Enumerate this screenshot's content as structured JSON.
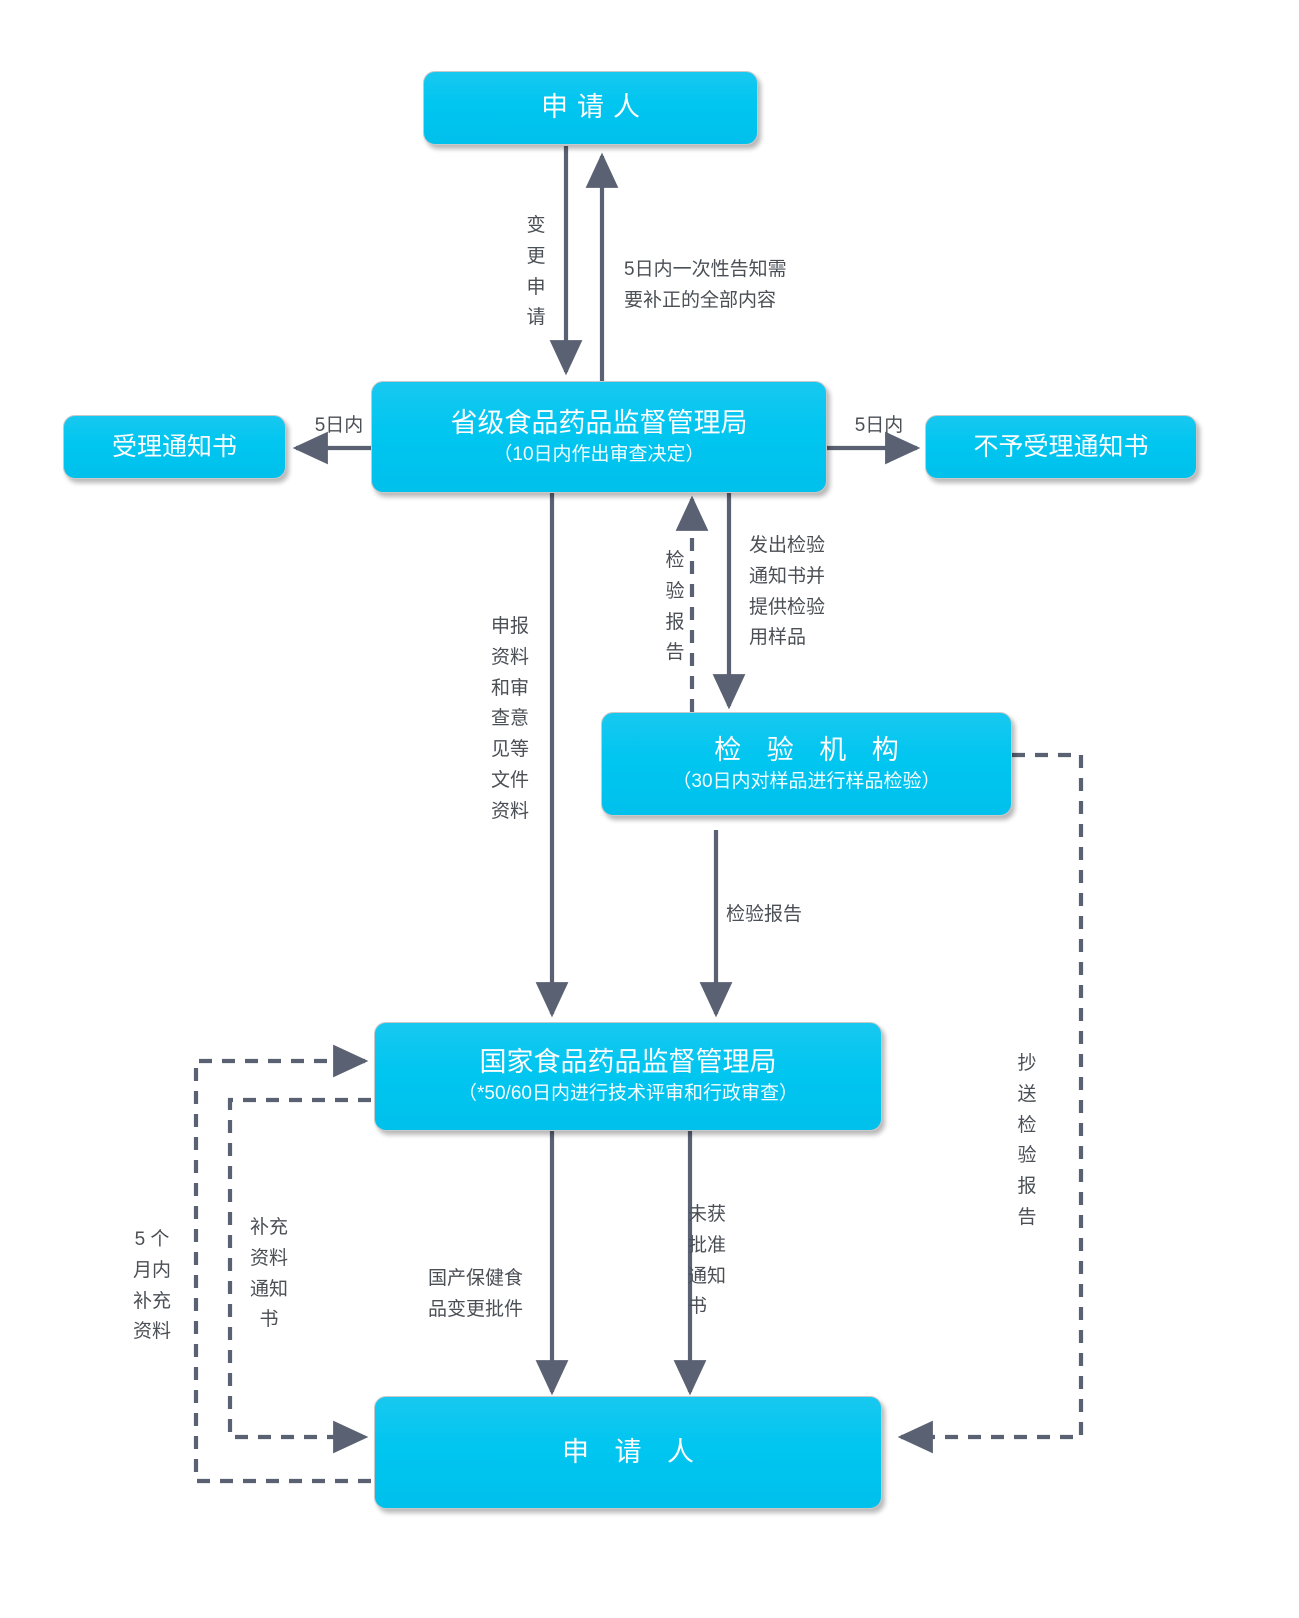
{
  "diagram": {
    "title": "保健食品变更审批流程图",
    "type": "flowchart",
    "palette": {
      "node_fill": "#00c6f0",
      "node_border": "#c9c9c9",
      "node_text": "#ffffff",
      "connector": "#5a6172",
      "label_text": "#4b5056",
      "background": "#ffffff"
    }
  },
  "nodes": [
    {
      "id": "applicant-top",
      "title": "申请人",
      "subtitle": ""
    },
    {
      "id": "provincial-bureau",
      "title": "省级食品药品监督管理局",
      "subtitle": "（10日内作出审查决定）"
    },
    {
      "id": "acceptance-notice",
      "title": "受理通知书",
      "subtitle": ""
    },
    {
      "id": "rejection-notice",
      "title": "不予受理通知书",
      "subtitle": ""
    },
    {
      "id": "testing-agency",
      "title": "检 验 机 构",
      "subtitle": "（30日内对样品进行样品检验）"
    },
    {
      "id": "national-bureau",
      "title": "国家食品药品监督管理局",
      "subtitle": "（*50/60日内进行技术评审和行政审查）"
    },
    {
      "id": "applicant-bottom",
      "title": "申 请 人",
      "subtitle": ""
    }
  ],
  "edge_labels": {
    "change-application": "变\n更\n申\n请",
    "notify-corrections": "5日内一次性告知需\n要补正的全部内容",
    "five-days-left": "5日内",
    "five-days-right": "5日内",
    "dossier-and-opinion": "申报\n资料\n和审\n查意\n见等\n文件\n资料",
    "test-report-vertical": "检\n验\n报\n告",
    "issue-test-notice": "发出检验\n通知书并\n提供检验\n用样品",
    "test-report": "检验报告",
    "supplement-in-5-months": "5 个\n月内\n补充\n资料",
    "supplement-notice": "补充\n资料\n通知\n书",
    "domestic-approval": "国产保健食\n品变更批件",
    "not-approved-notice": "未获\n批准\n通知\n书",
    "cc-test-report": "抄\n送\n检\n验\n报\n告"
  }
}
